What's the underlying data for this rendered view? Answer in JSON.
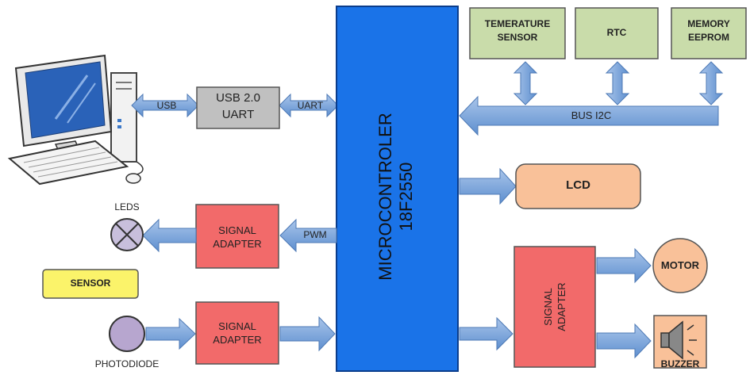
{
  "colors": {
    "mcu": "#1a73e8",
    "arrow": "#7ea6d8",
    "arrow_dark": "#5b86c0",
    "green_box": "#c9dcaa",
    "gray_box": "#c0c0c0",
    "red_box": "#f26a6a",
    "orange_box": "#f9c199",
    "yellow_box": "#fbf36a",
    "led_fill": "#c8bfdc",
    "photodiode_fill": "#b7a6cf"
  },
  "blocks": {
    "mcu_line1": "MICROCONTROLER",
    "mcu_line2": "18F2550",
    "temp_line1": "TEMERATURE",
    "temp_line2": "SENSOR",
    "rtc": "RTC",
    "mem_line1": "MEMORY",
    "mem_line2": "EEPROM",
    "usb_line1": "USB 2.0",
    "usb_line2": "UART",
    "lcd": "LCD",
    "sig1_line1": "SIGNAL",
    "sig1_line2": "ADAPTER",
    "sig2_line1": "SIGNAL",
    "sig2_line2": "ADAPTER",
    "sig3_line1": "SIGNAL",
    "sig3_line2": "ADAPTER",
    "sensor": "SENSOR",
    "motor": "MOTOR"
  },
  "labels": {
    "usb": "USB",
    "uart": "UART",
    "bus_i2c": "BUS I2C",
    "pwm": "PWM",
    "leds": "LEDS",
    "photodiode": "PHOTODIODE",
    "buzzer": "BUZZER"
  },
  "icons": {
    "computer": "desktop-computer-icon",
    "led": "led-lamp-icon",
    "photodiode": "photodiode-icon",
    "speaker": "speaker-icon"
  }
}
